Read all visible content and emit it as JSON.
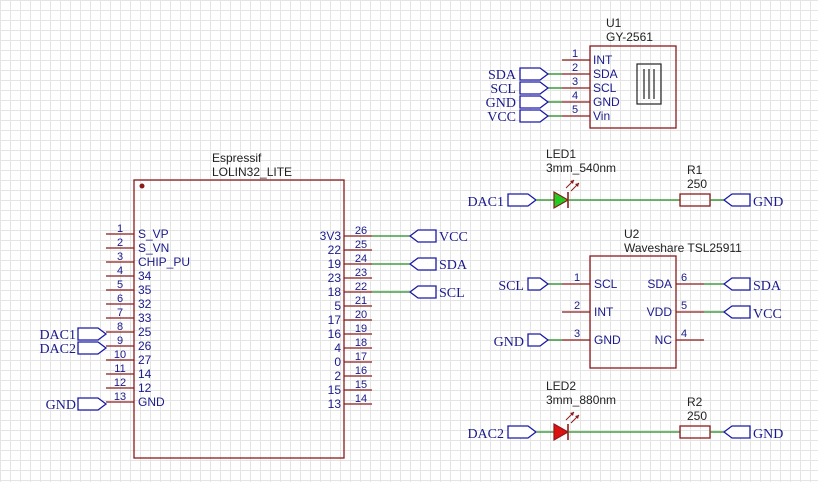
{
  "u1": {
    "ref": "U1",
    "value": "GY-2561",
    "pins": [
      {
        "num": "1",
        "name": "INT"
      },
      {
        "num": "2",
        "name": "SDA"
      },
      {
        "num": "3",
        "name": "SCL"
      },
      {
        "num": "4",
        "name": "GND"
      },
      {
        "num": "5",
        "name": "Vin"
      }
    ],
    "nets": [
      "SDA",
      "SCL",
      "GND",
      "VCC"
    ]
  },
  "esp": {
    "manufacturer": "Espressif",
    "value": "LOLIN32_LITE",
    "left_pins": [
      {
        "num": "1",
        "name": "S_VP"
      },
      {
        "num": "2",
        "name": "S_VN"
      },
      {
        "num": "3",
        "name": "CHIP_PU"
      },
      {
        "num": "4",
        "name": "34"
      },
      {
        "num": "5",
        "name": "35"
      },
      {
        "num": "6",
        "name": "32"
      },
      {
        "num": "7",
        "name": "33"
      },
      {
        "num": "8",
        "name": "25"
      },
      {
        "num": "9",
        "name": "26"
      },
      {
        "num": "10",
        "name": "27"
      },
      {
        "num": "11",
        "name": "14"
      },
      {
        "num": "12",
        "name": "12"
      },
      {
        "num": "13",
        "name": "GND"
      }
    ],
    "right_pins": [
      {
        "num": "26",
        "name": "3V3"
      },
      {
        "num": "25",
        "name": "22"
      },
      {
        "num": "24",
        "name": "19"
      },
      {
        "num": "23",
        "name": "23"
      },
      {
        "num": "22",
        "name": "18"
      },
      {
        "num": "21",
        "name": "5"
      },
      {
        "num": "20",
        "name": "17"
      },
      {
        "num": "19",
        "name": "16"
      },
      {
        "num": "18",
        "name": "4"
      },
      {
        "num": "17",
        "name": "0"
      },
      {
        "num": "16",
        "name": "2"
      },
      {
        "num": "15",
        "name": "15"
      },
      {
        "num": "14",
        "name": "13"
      }
    ],
    "left_nets": [
      "DAC1",
      "DAC2",
      "GND"
    ],
    "right_nets": [
      "VCC",
      "SDA",
      "SCL"
    ]
  },
  "led1": {
    "ref": "LED1",
    "value": "3mm_540nm",
    "color": "#22cc22",
    "net_in": "DAC1"
  },
  "r1": {
    "ref": "R1",
    "value": "250",
    "net_out": "GND"
  },
  "led2": {
    "ref": "LED2",
    "value": "3mm_880nm",
    "color": "#dd1111",
    "net_in": "DAC2"
  },
  "r2": {
    "ref": "R2",
    "value": "250",
    "net_out": "GND"
  },
  "u2": {
    "ref": "U2",
    "value": "Waveshare TSL25911",
    "left_pins": [
      {
        "num": "1",
        "name": "SCL"
      },
      {
        "num": "2",
        "name": "INT"
      },
      {
        "num": "3",
        "name": "GND"
      }
    ],
    "right_pins": [
      {
        "num": "6",
        "name": "SDA"
      },
      {
        "num": "5",
        "name": "VDD"
      },
      {
        "num": "4",
        "name": "NC"
      }
    ],
    "left_nets": [
      "SCL",
      "GND"
    ],
    "right_nets": [
      "SDA",
      "VCC"
    ]
  },
  "colors": {
    "wire": "#1c8a1c",
    "label": "#1a1aa8",
    "body": "#8b1a1a",
    "text": "#1a1a8c"
  }
}
